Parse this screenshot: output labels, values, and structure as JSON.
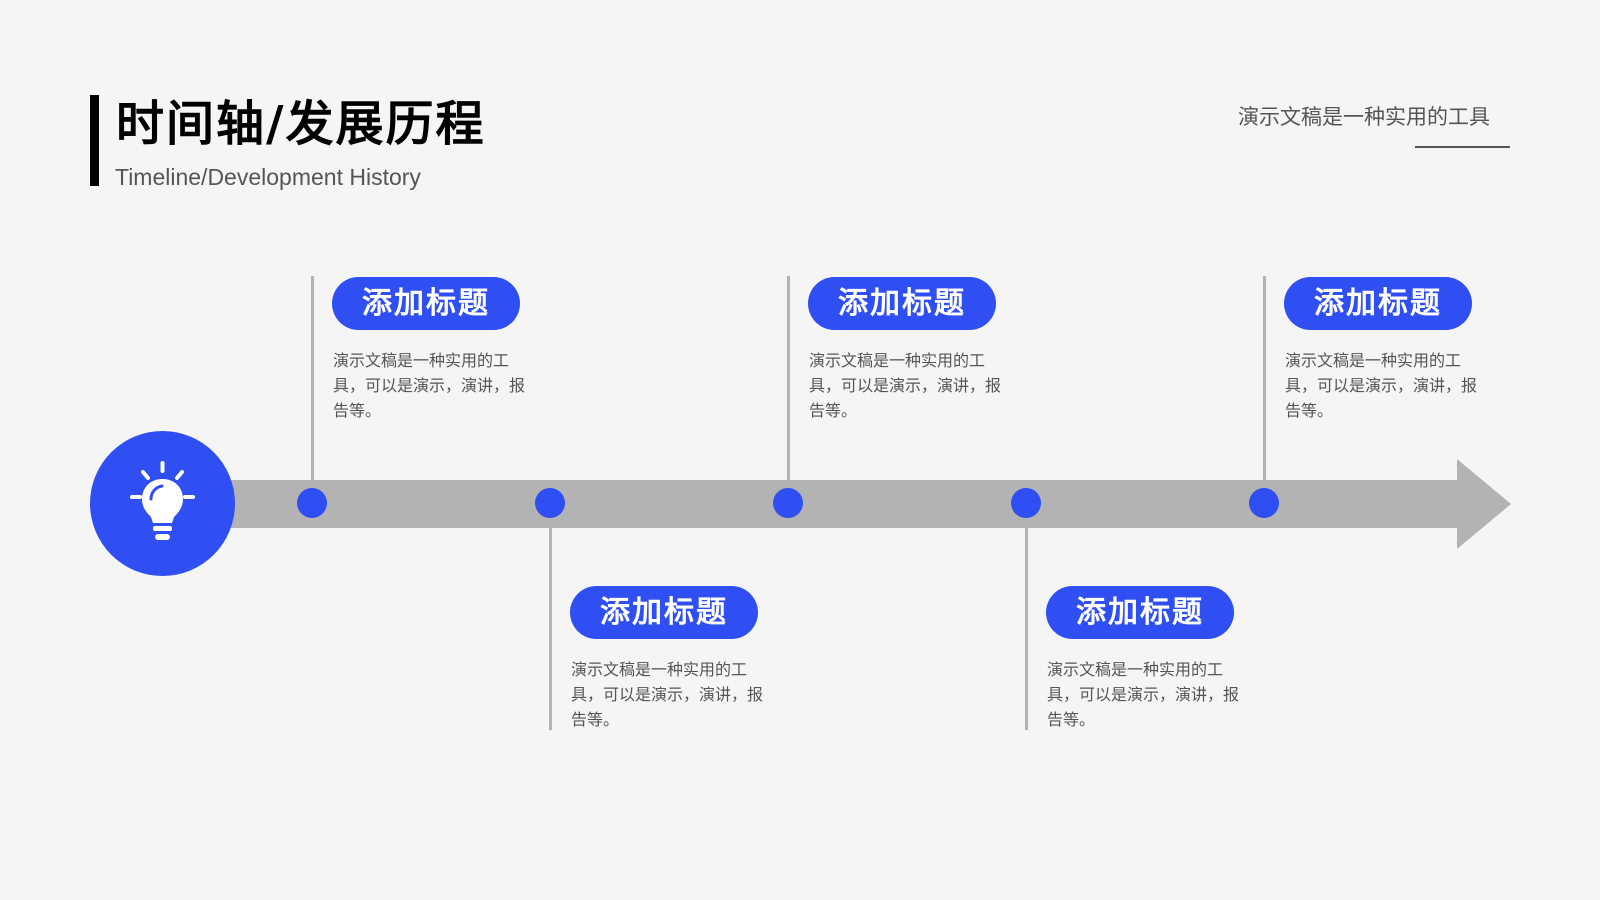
{
  "header": {
    "title": "时间轴/发展历程",
    "subtitle": "Timeline/Development History",
    "note": "演示文稿是一种实用的工具"
  },
  "timeline": {
    "start_icon": "lightbulb-icon",
    "accent_color": "#2f4ff2",
    "track_color": "#b3b3b3",
    "items": [
      {
        "title": "添加标题",
        "text": "演示文稿是一种实用的工具，可以是演示，演讲，报告等。",
        "position": "above"
      },
      {
        "title": "添加标题",
        "text": "演示文稿是一种实用的工具，可以是演示，演讲，报告等。",
        "position": "below"
      },
      {
        "title": "添加标题",
        "text": "演示文稿是一种实用的工具，可以是演示，演讲，报告等。",
        "position": "above"
      },
      {
        "title": "添加标题",
        "text": "演示文稿是一种实用的工具，可以是演示，演讲，报告等。",
        "position": "below"
      },
      {
        "title": "添加标题",
        "text": "演示文稿是一种实用的工具，可以是演示，演讲，报告等。",
        "position": "above"
      }
    ]
  }
}
